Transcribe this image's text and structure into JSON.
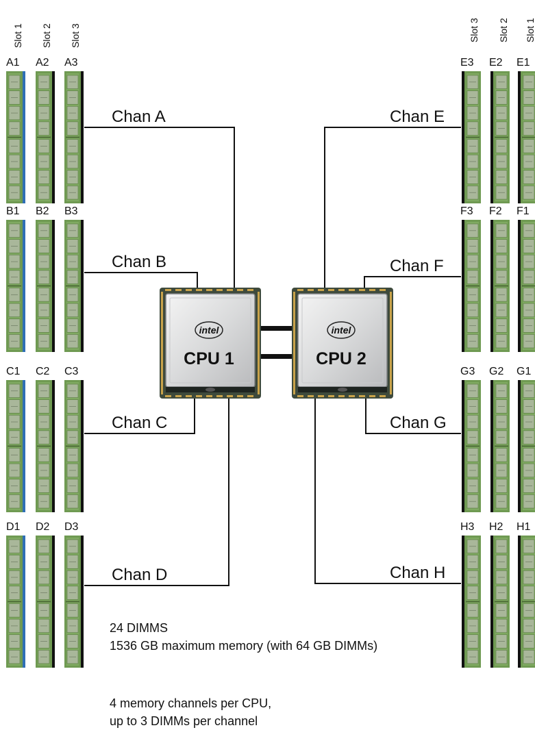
{
  "slot_headers": {
    "left": [
      "Slot 1",
      "Slot 2",
      "Slot 3"
    ],
    "right": [
      "Slot 3",
      "Slot 2",
      "Slot 1"
    ]
  },
  "dimm_groups": [
    {
      "id": "A",
      "side": "left",
      "labels": [
        "A1",
        "A2",
        "A3"
      ],
      "channel": "Chan A"
    },
    {
      "id": "B",
      "side": "left",
      "labels": [
        "B1",
        "B2",
        "B3"
      ],
      "channel": "Chan B"
    },
    {
      "id": "C",
      "side": "left",
      "labels": [
        "C1",
        "C2",
        "C3"
      ],
      "channel": "Chan C"
    },
    {
      "id": "D",
      "side": "left",
      "labels": [
        "D1",
        "D2",
        "D3"
      ],
      "channel": "Chan D"
    },
    {
      "id": "E",
      "side": "right",
      "labels": [
        "E3",
        "E2",
        "E1"
      ],
      "channel": "Chan E"
    },
    {
      "id": "F",
      "side": "right",
      "labels": [
        "F3",
        "F2",
        "F1"
      ],
      "channel": "Chan F"
    },
    {
      "id": "G",
      "side": "right",
      "labels": [
        "G3",
        "G2",
        "G1"
      ],
      "channel": "Chan G"
    },
    {
      "id": "H",
      "side": "right",
      "labels": [
        "H3",
        "H2",
        "H1"
      ],
      "channel": "Chan H"
    }
  ],
  "cpus": [
    {
      "id": "cpu1",
      "label": "CPU 1",
      "brand": "intel"
    },
    {
      "id": "cpu2",
      "label": "CPU 2",
      "brand": "intel"
    }
  ],
  "notes": {
    "dimm_count": "24 DIMMS",
    "max_memory": "1536 GB maximum memory (with 64 GB DIMMs)",
    "channels_per_cpu": "4 memory channels per CPU,",
    "dimms_per_channel": "up to 3 DIMMs per channel"
  },
  "colors": {
    "dimm_green": "#6f9a52",
    "dimm_chip": "#a9b79a",
    "slot_blue": "#2f6fb5",
    "slot_black": "#111111",
    "line": "#111111"
  }
}
